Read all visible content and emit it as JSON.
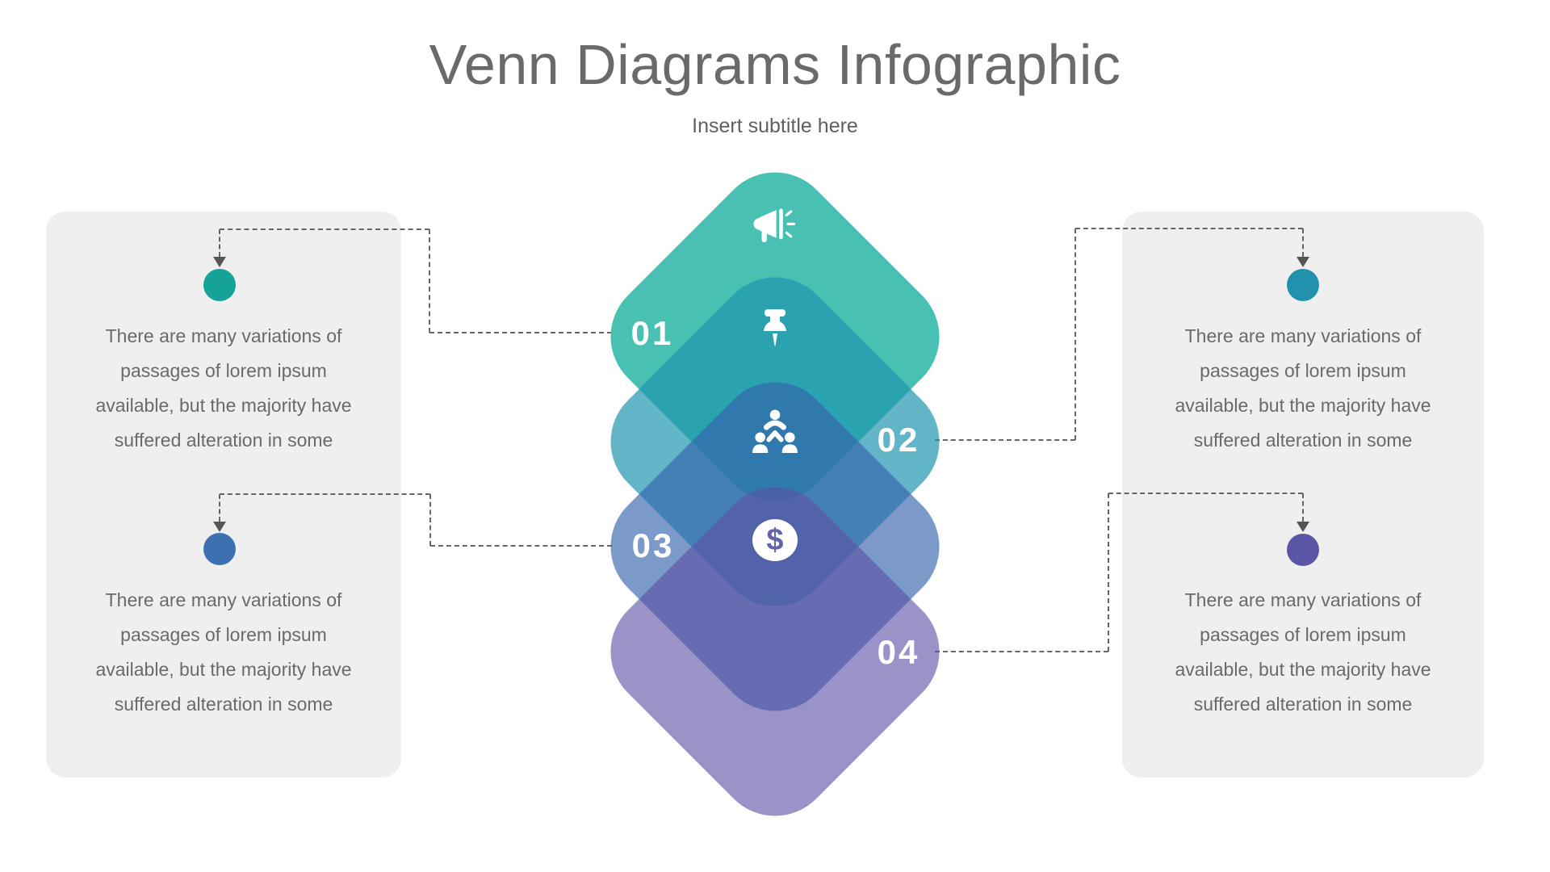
{
  "header": {
    "title": "Venn Diagrams Infographic",
    "subtitle": "Insert subtitle here",
    "title_color": "#6a6a6a",
    "subtitle_color": "#5f5f5f"
  },
  "panel": {
    "background": "#efefef"
  },
  "connector": {
    "line_color": "#666666",
    "arrow_color": "#555555"
  },
  "body_text_color": "#6a6a6a",
  "items": [
    {
      "number": "01",
      "icon": "megaphone",
      "diamond_color": "#48c0b2",
      "bullet_color": "#14a396",
      "lines": [
        "There are many variations of",
        "passages of lorem ipsum",
        "available, but the majority have",
        "suffered alteration in some"
      ]
    },
    {
      "number": "02",
      "icon": "pushpin",
      "diamond_color": "rgba(30,150,175,0.70)",
      "bullet_color": "#2291ae",
      "lines": [
        "There are many variations of",
        "passages of lorem ipsum",
        "available, but the majority have",
        "suffered alteration in some"
      ]
    },
    {
      "number": "03",
      "icon": "team-hierarchy",
      "diamond_color": "rgba(52,100,172,0.65)",
      "bullet_color": "#3d70b1",
      "lines": [
        "There are many variations of",
        "passages of lorem ipsum",
        "available, but the majority have",
        "suffered alteration in some"
      ]
    },
    {
      "number": "04",
      "icon": "dollar-coin",
      "diamond_color": "rgba(90,80,165,0.62)",
      "bullet_color": "#5b55a6",
      "symbol": "$",
      "symbol_color": "#6463ac",
      "lines": [
        "There are many variations of",
        "passages of lorem ipsum",
        "available, but the majority have",
        "suffered alteration in some"
      ]
    }
  ]
}
